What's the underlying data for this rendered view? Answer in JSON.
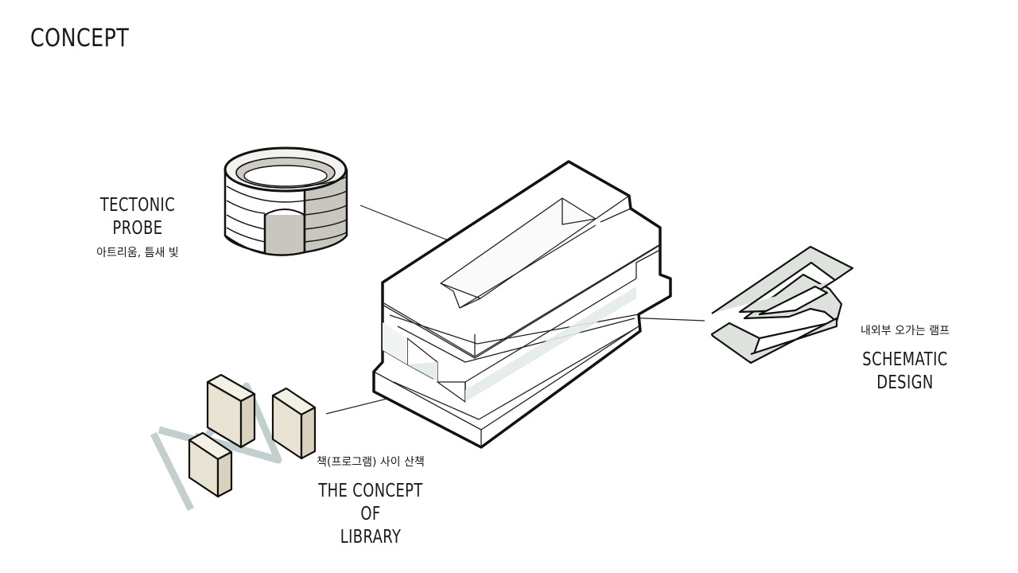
{
  "title": "CONCEPT",
  "labels": {
    "tectonic": {
      "en": "TECTONIC PROBE",
      "ko": "아트리움, 틈새 빛"
    },
    "schematic": {
      "en": "SCHEMATIC DESIGN",
      "ko": "내외부 오가는 램프"
    },
    "library": {
      "en_line1": "THE CONCEPT OF",
      "en_line2": "LIBRARY",
      "ko": "책(프로그램) 사이 산책"
    }
  },
  "colors": {
    "outline": "#111111",
    "ring_fill": "#c9c6bf",
    "ramp_fill": "#dde3dc",
    "book_fill": "#e8e3d3",
    "zigzag": "#c3cfcf",
    "shadow_tint": "#e4ebe8"
  }
}
